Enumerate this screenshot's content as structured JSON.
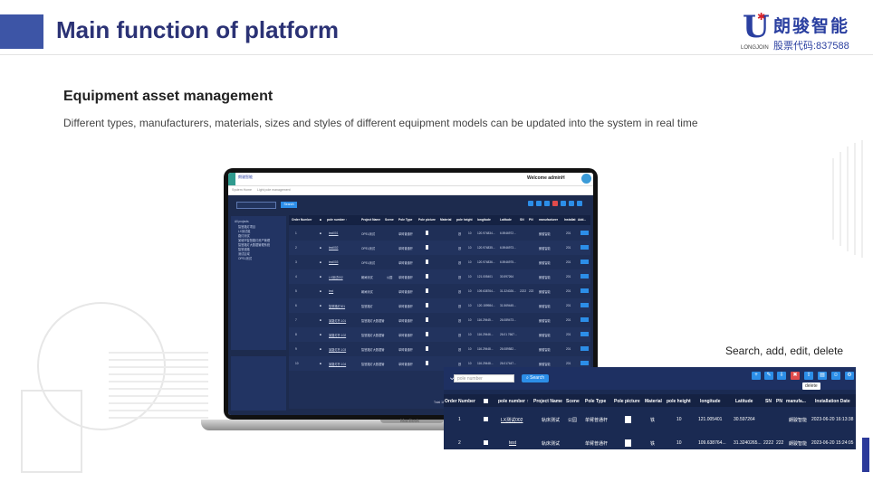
{
  "slide": {
    "title": "Main function of platform",
    "section_heading": "Equipment asset management",
    "section_description": "Different types, manufacturers, materials, sizes and styles of different equipment models can be updated into the system in real time",
    "caption": "Search, add, edit, delete"
  },
  "logo": {
    "brand": "朗骏智能",
    "english": "LONGJOIN",
    "stock": "股票代码:837588"
  },
  "laptop": {
    "brand": "MacBook",
    "welcome": "Welcome  adminH",
    "logo_text": "朗骏智能",
    "breadcrumbs": [
      "System Home",
      "Light pole management"
    ],
    "search_button": "Search",
    "tree_items": [
      "All projects",
      "智慧路灯项目",
      "LX测试组",
      "路灯测试",
      "某城市智慧路灯资产管理",
      "智慧路灯大数据管理系统",
      "智慧道路",
      "测试区域",
      "OPEL测试"
    ],
    "table_headers": [
      "Order Number",
      "",
      "pole number ↑",
      "Project Name",
      "Scene",
      "Pole Type",
      "Pole picture",
      "Material",
      "pole height",
      "longitude",
      "Latitude",
      "SN",
      "PN",
      "manufacturer",
      "Installat",
      "Add..."
    ],
    "rows": [
      [
        "1",
        "test001",
        "OPEL测试",
        "",
        "单臂普通杆",
        "",
        "铁",
        "10",
        "120.974834...",
        "6.5946972...",
        "",
        "",
        "朗骏智能",
        "201"
      ],
      [
        "2",
        "test002",
        "OPEL测试",
        "",
        "单臂普通杆",
        "",
        "铁",
        "10",
        "120.974835...",
        "6.5946973...",
        "",
        "",
        "朗骏智能",
        "201"
      ],
      [
        "3",
        "test003",
        "OPEL测试",
        "",
        "单臂普通杆",
        "",
        "铁",
        "10",
        "120.974836...",
        "6.5946975...",
        "",
        "",
        "朗骏智能",
        "201"
      ],
      [
        "4",
        "LX测试002",
        "朝闸测试",
        "公园",
        "单臂普通杆",
        "",
        "铁",
        "10",
        "121.005401",
        "30.597264",
        "",
        "",
        "朗骏智能",
        "201"
      ],
      [
        "5",
        "test",
        "朝闸测试",
        "",
        "单臂普通杆",
        "",
        "铁",
        "10",
        "109.638764...",
        "31.324026...",
        "2222",
        "222",
        "朗骏智能",
        "201"
      ],
      [
        "6",
        "智慧路灯001",
        "智慧路灯",
        "",
        "单臂普通杆",
        "",
        "铁",
        "10",
        "120.159984...",
        "31.569445...",
        "",
        "",
        "朗骏智能",
        "201"
      ],
      [
        "7",
        "某路灯杆-101",
        "智慧路灯大数据管",
        "",
        "单臂普通杆",
        "",
        "铁",
        "10",
        "116.29445...",
        "26.089473...",
        "",
        "",
        "朗骏智能",
        "201"
      ],
      [
        "8",
        "某路灯杆-102",
        "智慧路灯大数据管",
        "",
        "单臂普通杆",
        "",
        "铁",
        "10",
        "116.29446...",
        "26.01 7667...",
        "",
        "",
        "朗骏智能",
        "201"
      ],
      [
        "9",
        "某路灯杆-103",
        "智慧路灯大数据管",
        "",
        "单臂普通杆",
        "",
        "铁",
        "10",
        "116.29448...",
        "26.089582...",
        "",
        "",
        "朗骏智能",
        "201"
      ],
      [
        "10",
        "某路灯杆-104",
        "智慧路灯大数据管",
        "",
        "单臂普通杆",
        "",
        "铁",
        "10",
        "116.29448...",
        "26.017447...",
        "",
        "",
        "朗骏智能",
        "201"
      ]
    ],
    "pager": "Total 168   10/page   1  2  3  ...  17"
  },
  "zoom": {
    "search_placeholder": "pole number",
    "search_button": "Search",
    "tooltip": "delete",
    "headers": [
      "Order Number",
      "",
      "pole number ↑",
      "Project Name",
      "Scene",
      "Pole Type",
      "Pole picture",
      "Material",
      "pole height",
      "longitude",
      "Latitude",
      "SN",
      "PN",
      "manufa...",
      "Installation Date"
    ],
    "rows": [
      {
        "order": "1",
        "pole": "LX测试002",
        "project": "轨床测试",
        "scene": "公园",
        "type": "单臂普通杆",
        "material": "铁",
        "height": "10",
        "lon": "121.005401",
        "lat": "30.597264",
        "sn": "",
        "pn": "",
        "manufacturer": "朗骏智能",
        "date": "2023-06-20 16:13:38"
      },
      {
        "order": "2",
        "pole": "test",
        "project": "轨床测试",
        "scene": "",
        "type": "单臂普通杆",
        "material": "铁",
        "height": "10",
        "lon": "109.638764...",
        "lat": "31.3240265...",
        "sn": "2222",
        "pn": "222",
        "manufacturer": "朗骏智能",
        "date": "2023-06-20 15:24:05"
      }
    ]
  },
  "colors": {
    "title": "#2b3275",
    "accent": "#3d55a6",
    "app_bg": "#1d2b4e",
    "button": "#2c8ee8",
    "logo_red": "#d8232a"
  }
}
